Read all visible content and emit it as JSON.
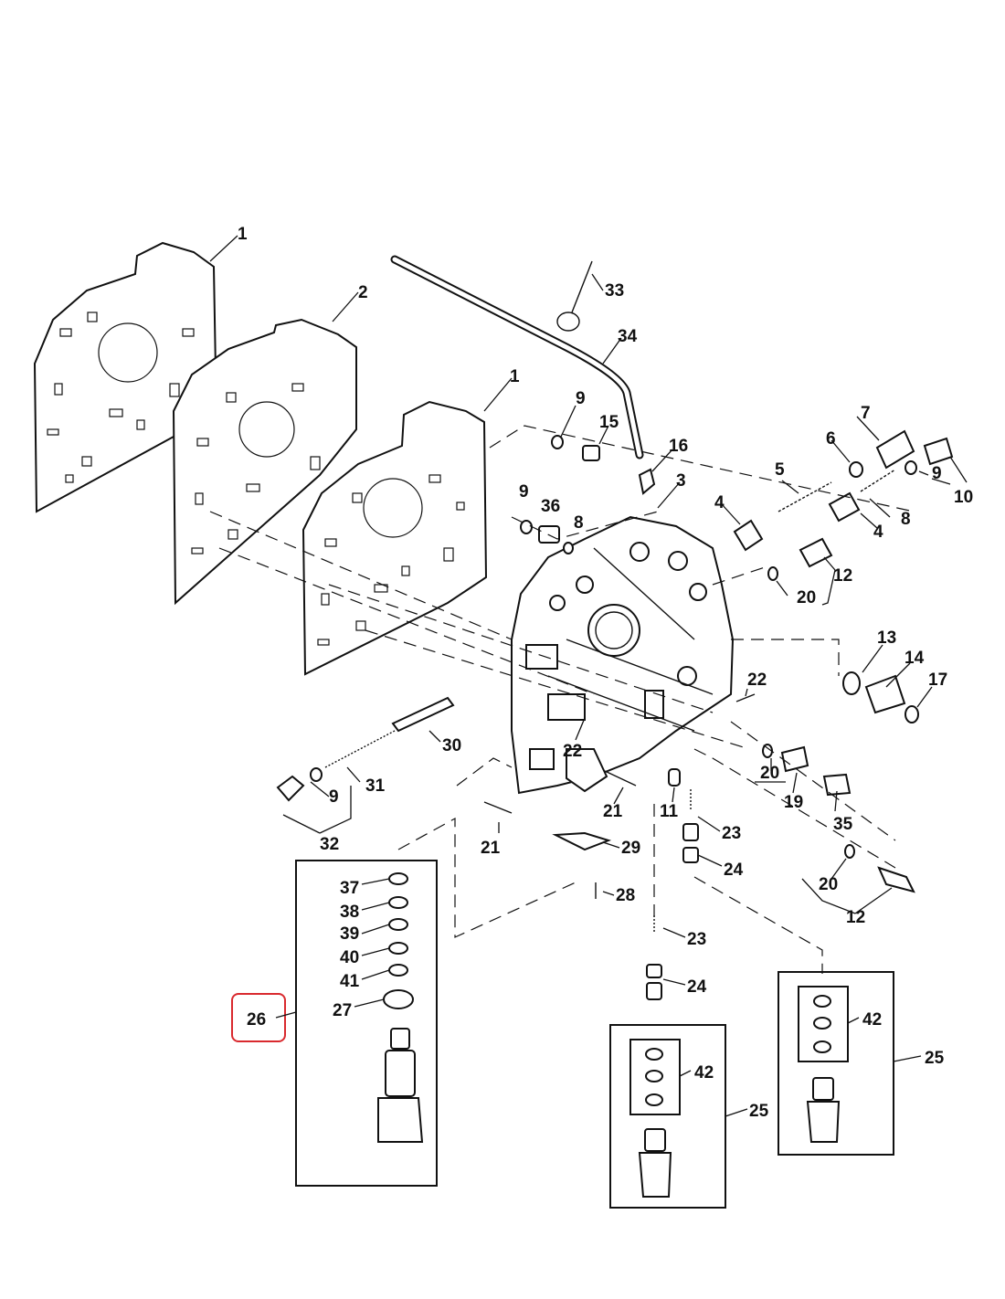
{
  "callouts": [
    "1",
    "2",
    "1",
    "33",
    "34",
    "9",
    "15",
    "16",
    "3",
    "9",
    "36",
    "8",
    "7",
    "6",
    "9",
    "10",
    "5",
    "8",
    "4",
    "4",
    "12",
    "20",
    "13",
    "14",
    "17",
    "22",
    "30",
    "22",
    "31",
    "9",
    "32",
    "21",
    "21",
    "11",
    "23",
    "24",
    "20",
    "19",
    "35",
    "29",
    "28",
    "20",
    "12",
    "37",
    "38",
    "39",
    "40",
    "41",
    "26",
    "27",
    "23",
    "24",
    "42",
    "25",
    "42",
    "25"
  ],
  "highlighted_callout": "26",
  "colors": {
    "highlight": "#d9292e",
    "line": "#111111"
  }
}
